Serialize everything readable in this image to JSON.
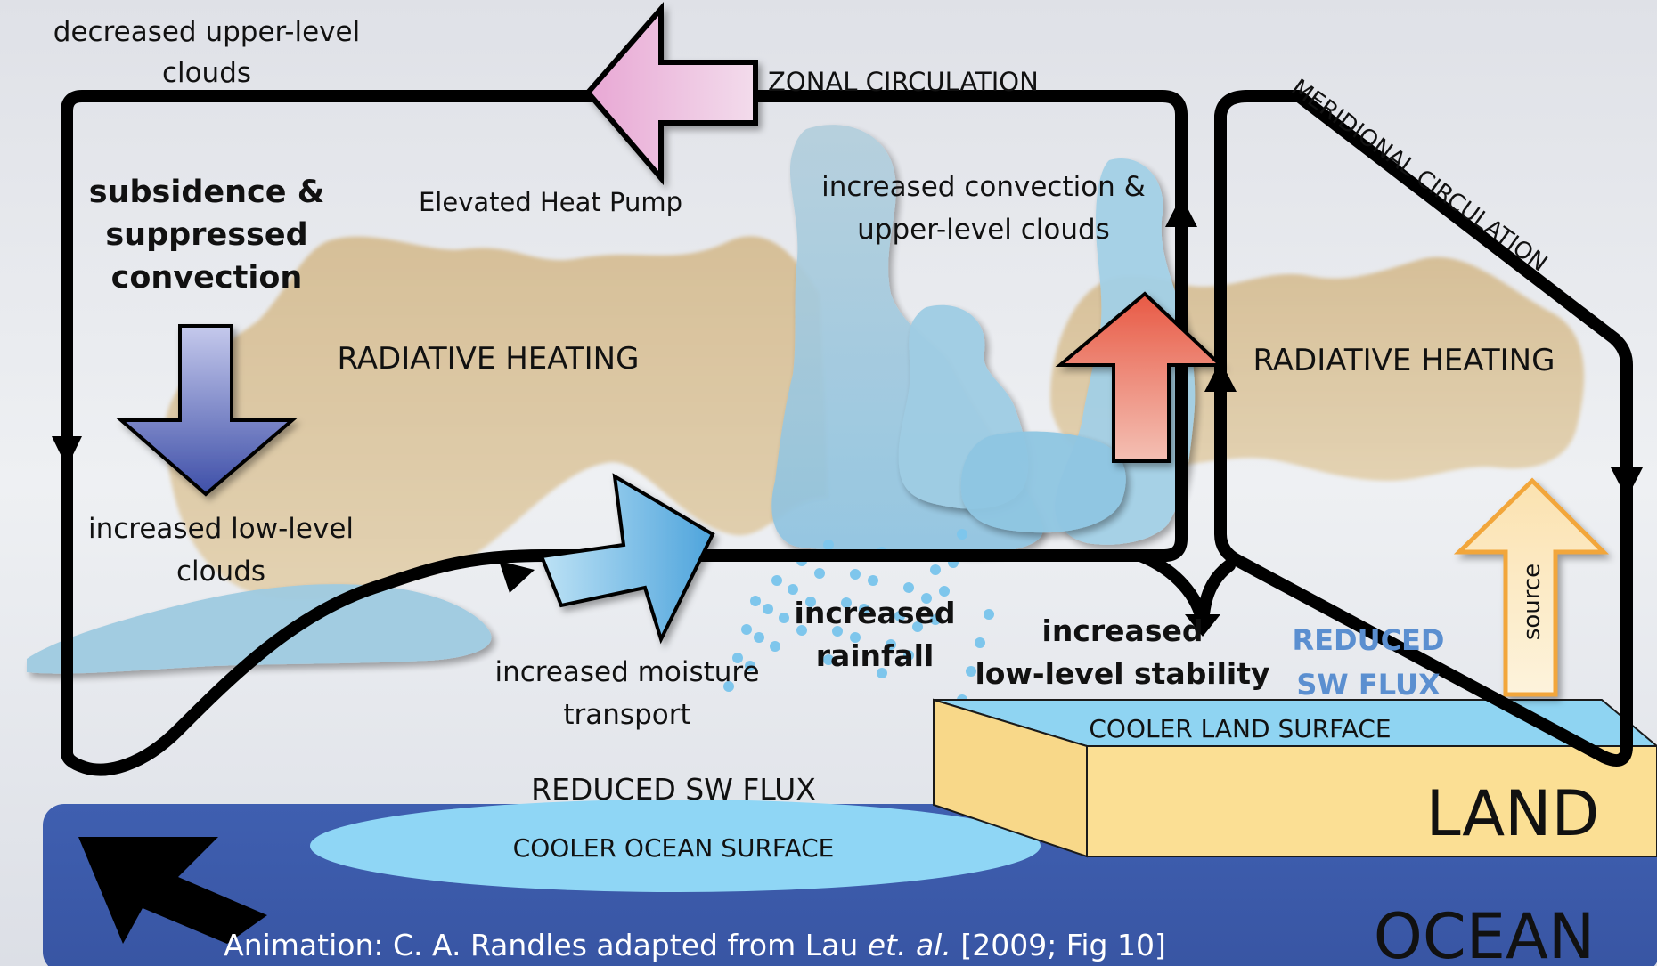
{
  "labels": {
    "decreased_clouds_line1": "decreased upper-level",
    "decreased_clouds_line2": "clouds",
    "zonal_circulation": "ZONAL CIRCULATION",
    "meridional_circulation": "MERIDIONAL CIRCULATION",
    "elevated_heat_pump": "Elevated Heat Pump",
    "subsidence_line1": "subsidence &",
    "subsidence_line2": "suppressed",
    "subsidence_line3": "convection",
    "increased_convection_line1": "increased convection &",
    "increased_convection_line2": "upper-level clouds",
    "radiative_heating_left": "RADIATIVE HEATING",
    "radiative_heating_right": "RADIATIVE HEATING",
    "low_clouds_line1": "increased low-level",
    "low_clouds_line2": "clouds",
    "moisture_line1": "increased moisture",
    "moisture_line2": "transport",
    "rainfall_line1": "increased",
    "rainfall_line2": "rainfall",
    "stability_line1": "increased",
    "stability_line2": "low-level stability",
    "reduced_sw_land_line1": "REDUCED",
    "reduced_sw_land_line2": "SW FLUX",
    "source": "source",
    "cooler_land": "COOLER LAND SURFACE",
    "land": "LAND",
    "reduced_sw_ocean": "REDUCED SW FLUX",
    "cooler_ocean": "COOLER OCEAN SURFACE",
    "ocean": "OCEAN",
    "caption_prefix": "Animation: C. A. Randles adapted from Lau ",
    "caption_italic": "et. al.",
    "caption_suffix": " [2009; Fig 10]"
  },
  "colors": {
    "background": "#e6e7ec",
    "aerosol": "#d9c39b",
    "cloud": "#a9cfe3",
    "ocean": "#3e5ea8",
    "ocean_surface": "#8fd4f2",
    "land_top": "#8fd4f2",
    "land_side": "#f9dc8e",
    "circulation_line": "#000000",
    "arrow_pink": "#e7b1d6",
    "arrow_blue_down": "#6a7cc4",
    "arrow_blue_moisture": "#8cc8ea",
    "arrow_red": "#ec7b6a",
    "arrow_orange": "#fbe9c2",
    "reduced_sw_land": "#5b8fd0"
  }
}
